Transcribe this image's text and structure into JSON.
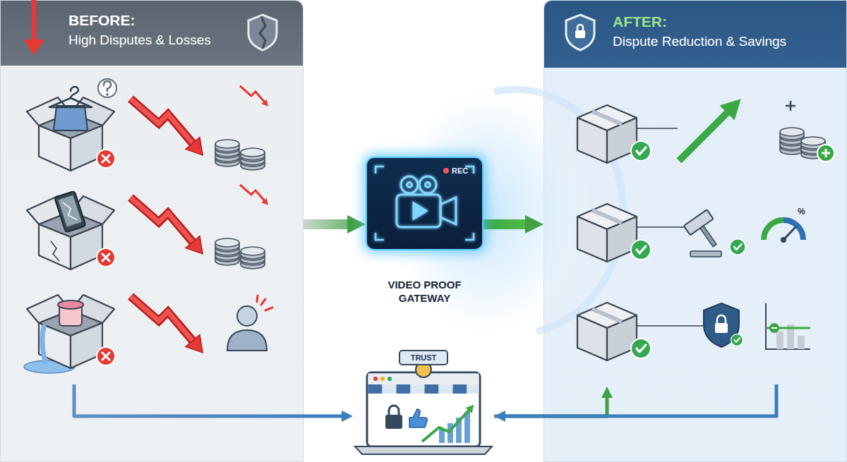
{
  "diagram": {
    "nodes": [
      {
        "text": [
          "BEFORE:",
          "High Disputes & Losses"
        ]
      },
      {
        "text": [
          "VIDEO PROOF GATEWAY"
        ]
      },
      {
        "text": [
          "TRUST"
        ]
      },
      {
        "text": [
          "AFTER:",
          "Dispute Reduction & Savings"
        ]
      }
    ],
    "edges": [
      {
        "from": 0,
        "to": 1,
        "arrow": "to"
      },
      {
        "from": 1,
        "to": 3,
        "arrow": "to"
      },
      {
        "from": 0,
        "to": 2,
        "arrow": "to"
      },
      {
        "from": 3,
        "to": 2,
        "arrow": "to"
      },
      {
        "from": 2,
        "to": 3,
        "arrow": "to"
      }
    ],
    "labels": [
      "REC",
      "%"
    ]
  }
}
